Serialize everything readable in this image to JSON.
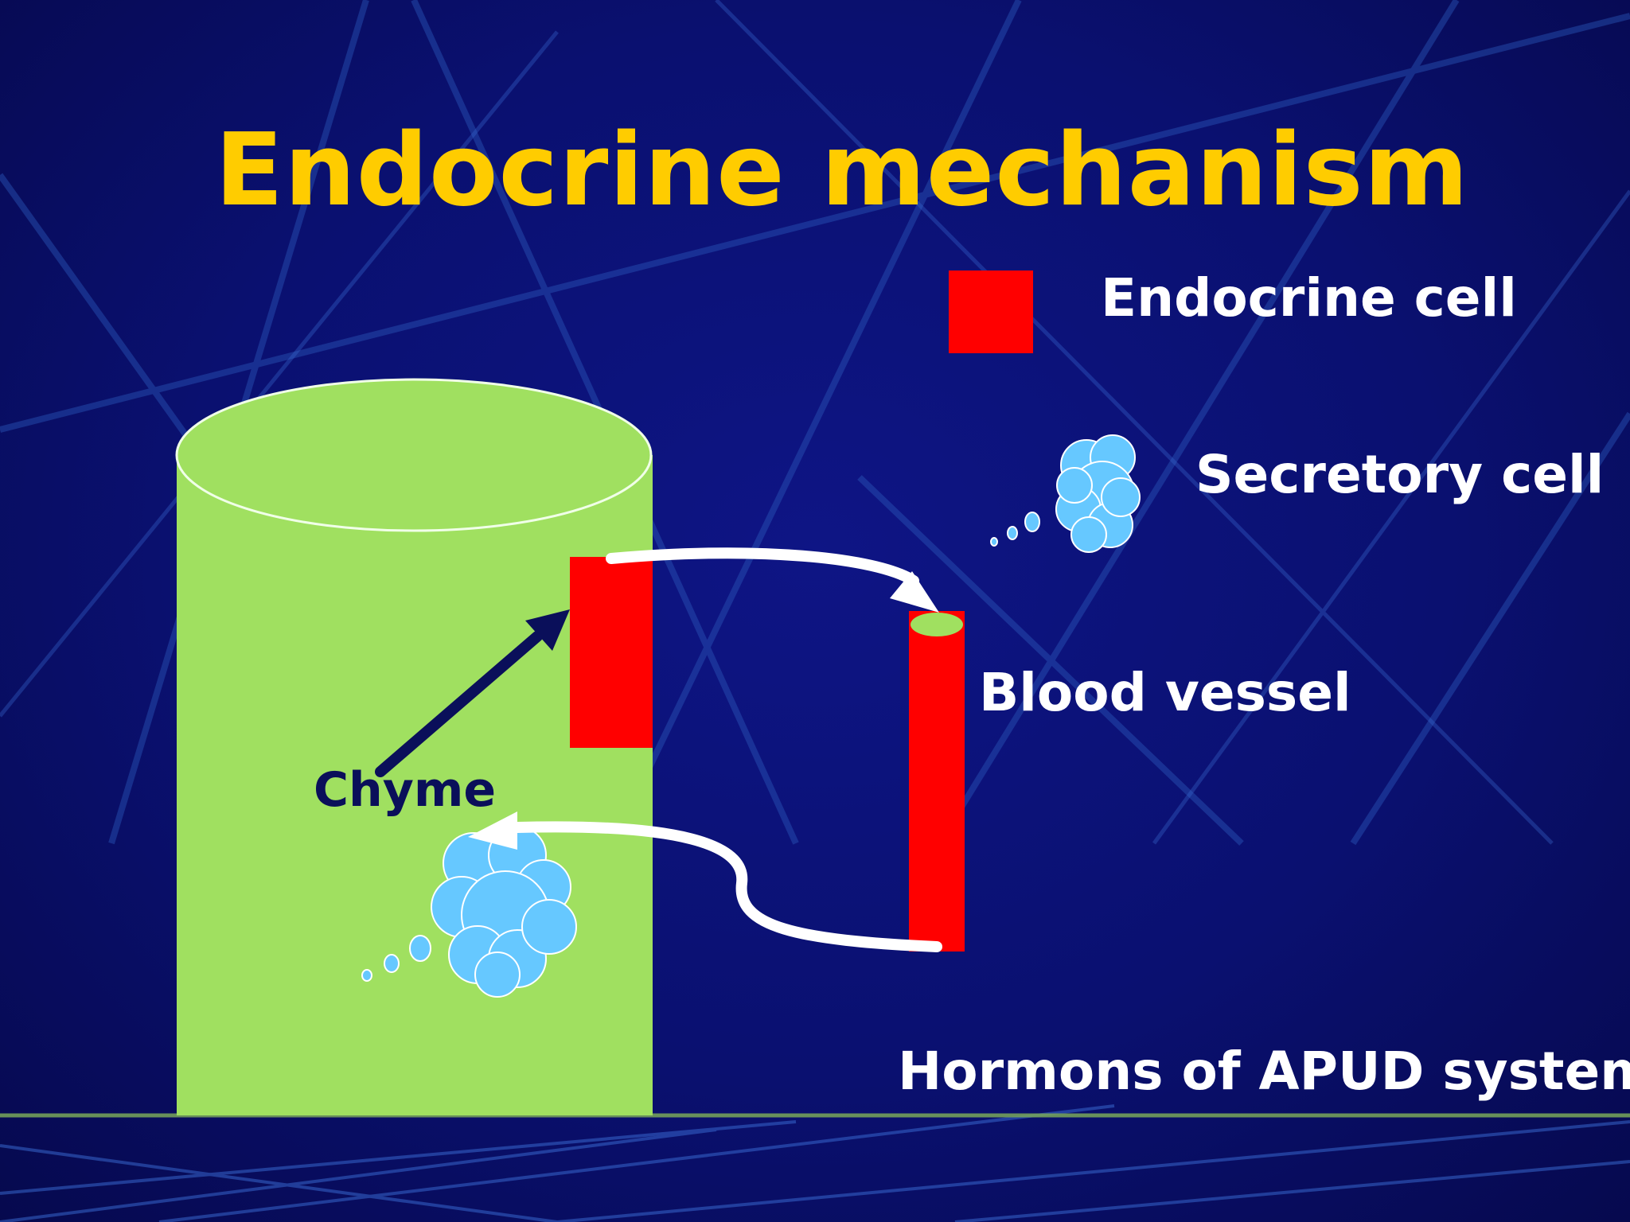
{
  "title": "Endocrine mechanism",
  "colors": {
    "background": "#0a0f6e",
    "title": "#ffcc00",
    "label": "#ffffff",
    "chyme_label": "#0a0f5a",
    "stomach": "#a0e060",
    "endocrine_cell": "#ff0000",
    "secretory_cell": "#66c8ff",
    "arrow": "#ffffff"
  },
  "legend": {
    "endocrine_cell": "Endocrine  cell",
    "secretory_cell": "Secretory cell"
  },
  "labels": {
    "blood_vessel": "Blood vessel",
    "chyme": "Chyme",
    "apud": "Hormons of APUD system"
  }
}
